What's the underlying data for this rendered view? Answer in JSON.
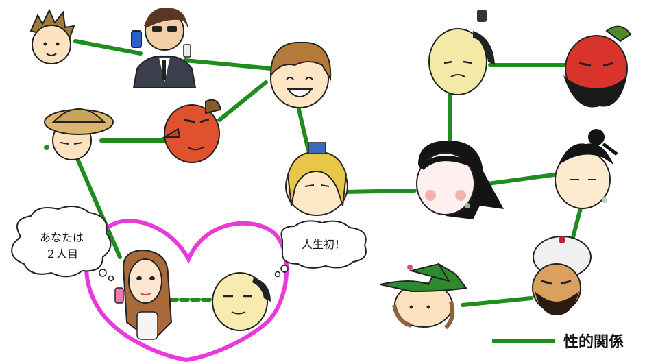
{
  "colors": {
    "relation_line": "#1e8c1e",
    "heart": "#e83ad9",
    "background": "#ffffff"
  },
  "bubbles": {
    "left_line1": "あなたは",
    "left_line2": "２人目",
    "right": "人生初！"
  },
  "legend": {
    "label": "性的関係"
  },
  "characters": [
    {
      "id": "boy-spiky",
      "icon": "spiky-hair-boy-icon"
    },
    {
      "id": "businessman",
      "icon": "businessman-with-phone-icon"
    },
    {
      "id": "brown-hair-smiling",
      "icon": "smiling-brown-hair-face-icon"
    },
    {
      "id": "straw-hat",
      "icon": "straw-hat-face-icon"
    },
    {
      "id": "tengu",
      "icon": "red-tengu-mask-icon"
    },
    {
      "id": "samurai-top",
      "icon": "topknot-samurai-icon"
    },
    {
      "id": "red-warrior",
      "icon": "red-bearded-warrior-icon"
    },
    {
      "id": "buddha",
      "icon": "crowned-buddha-face-icon"
    },
    {
      "id": "long-hair-lady",
      "icon": "long-black-hair-lady-icon"
    },
    {
      "id": "court-lady",
      "icon": "court-lady-face-icon"
    },
    {
      "id": "turban",
      "icon": "turban-man-icon"
    },
    {
      "id": "witch",
      "icon": "green-witch-hat-icon"
    },
    {
      "id": "girl",
      "icon": "gal-girl-with-phone-icon"
    },
    {
      "id": "samurai-bottom",
      "icon": "topknot-samurai-icon"
    }
  ]
}
